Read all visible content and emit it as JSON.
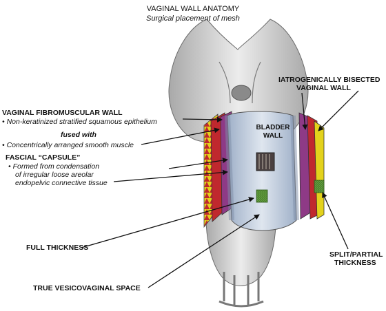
{
  "header": {
    "title": "VAGINAL WALL ANATOMY",
    "subtitle": "Surgical placement of mesh"
  },
  "labels": {
    "fibromuscular_wall": "VAGINAL FIBROMUSCULAR WALL",
    "epithelium": "Non-keratinized stratified squamous epithelium",
    "fused_with": "fused with",
    "smooth_muscle": "Concentrically arranged smooth muscle",
    "fascial_capsule": "FASCIAL “CAPSULE”",
    "capsule_desc_1": "Formed from condensation",
    "capsule_desc_2": "of irregular loose areolar",
    "capsule_desc_3": "endopelvic connective tissue",
    "full_thickness": "FULL THICKNESS",
    "true_space": "TRUE VESICOVAGINAL SPACE",
    "bisected_1": "IATROGENICALLY BISECTED",
    "bisected_2": "VAGINAL WALL",
    "bladder_1": "BLADDER",
    "bladder_2": "WALL",
    "split_1": "SPLIT/PARTIAL",
    "split_2": "THICKNESS"
  },
  "colors": {
    "epithelium_layer": "#c0282e",
    "muscle_layer": "#e3d21c",
    "mucosa_purple": "#8e3a86",
    "bladder_wall": "#c9d4e2",
    "mesh_green": "#5e9a3c",
    "tissue_gray": "#d6d6d6"
  }
}
